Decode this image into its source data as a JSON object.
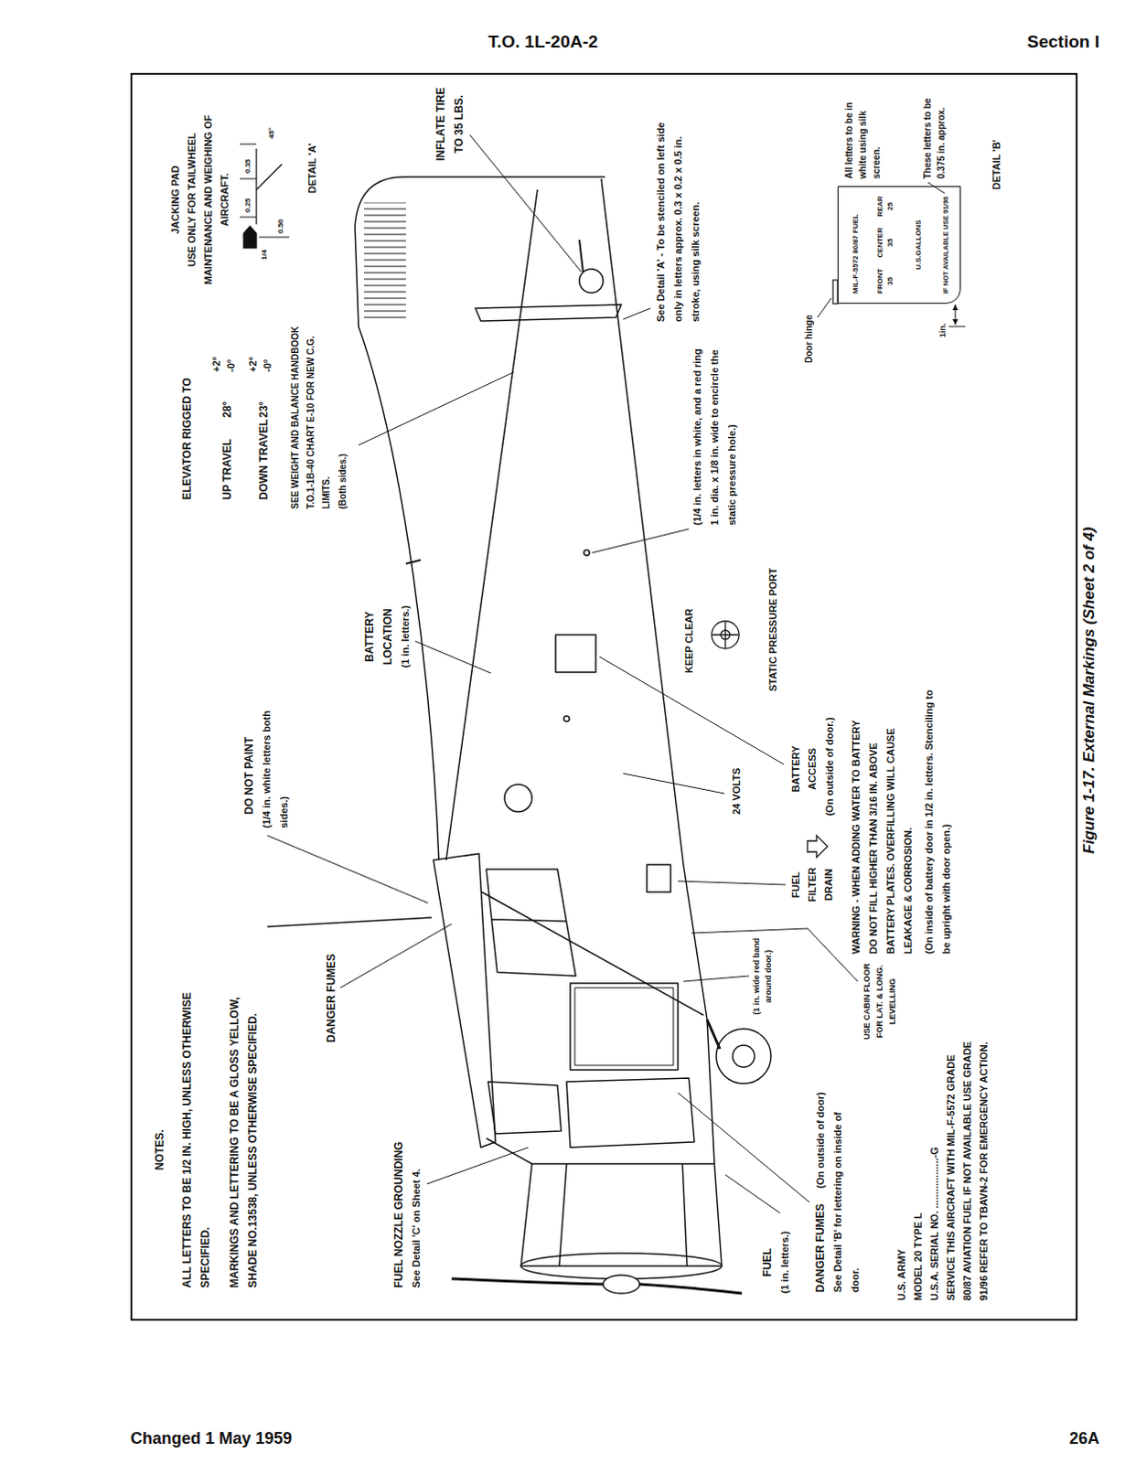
{
  "diagram": {
    "caption": "Figure 1-17. External Markings (Sheet 2 of 4)",
    "nodes": [
      {
        "text": [
          "MIL-F-5572 80/87 FUEL",
          "FRONT",
          "35",
          "CENTER",
          "35",
          "REAR",
          "25",
          "U.S.GALLONS",
          "IF NOT AVAILABLE USE 91/96"
        ]
      }
    ],
    "labels": [
      "T.O. 1L-20A-2",
      "Section I",
      "NOTES.",
      "ALL LETTERS TO BE 1/2 IN. HIGH, UNLESS OTHERWISE SPECIFIED.",
      "MARKINGS AND LETTERING TO BE A GLOSS YELLOW, SHADE NO.13538, UNLESS OTHERWISE SPECIFIED.",
      "DANGER FUMES",
      "FUEL NOZZLE GROUNDING",
      "See Detail 'C' on Sheet 4.",
      "DO NOT PAINT",
      "(1/4 in. white letters both sides.)",
      "BATTERY LOCATION",
      "(1 in. letters.)",
      "ELEVATOR RIGGED TO",
      "UP TRAVEL",
      "28°",
      "+2°",
      "-0°",
      "DOWN TRAVEL",
      "23°",
      "+2°",
      "-0°",
      "SEE WEIGHT AND BALANCE HANDBOOK T.O.1-1B-40 CHART E-10 FOR NEW C.G. LIMITS.",
      "(Both sides.)",
      "JACKING PAD",
      "USE ONLY FOR TAILWHEEL MAINTENANCE AND WEIGHING OF AIRCRAFT.",
      "0.25",
      "0.35",
      "1/4",
      "0.50",
      "45°",
      "DETAIL 'A'",
      "INFLATE TIRE TO 35 LBS.",
      "See Detail 'A' - To be stenciled on left side only in letters approx. 0.3 x 0.2 x 0.5 in. stroke, using silk screen.",
      "(1/4 in. letters in white, and a red ring 1 in. dia. x 1/8 in. wide to encircle the static pressure hole.)",
      "KEEP CLEAR",
      "STATIC PRESSURE PORT",
      "24 VOLTS",
      "BATTERY ACCESS",
      "(On outside of door.)",
      "WARNING - WHEN ADDING WATER TO BATTERY DO NOT FILL HIGHER THAN 3/16 IN. ABOVE BATTERY PLATES. OVERFILLING WILL CAUSE LEAKAGE & CORROSION.",
      "(On inside of battery door in 1/2 in. letters. Stenciling to be upright with door open.)",
      "FUEL FILTER DRAIN",
      "USE CABIN FLOOR FOR LAT. & LONG. LEVELLING",
      "(1 in. wide red band around door.)",
      "DANGER FUMES",
      "(On outside of door) See Detail 'B' for lettering on inside of door.",
      "FUEL",
      "(1 in. letters.)",
      "U.S. ARMY",
      "MODEL 20 TYPE L",
      "U.S.A. SERIAL NO. ..................-G",
      "SERVICE THIS AIRCRAFT WITH MIL-F-5572 GRADE 80/87 AVIATION FUEL IF NOT AVAILABLE USE GRADE 91/96 REFER TO TBAVN-2 FOR EMERGENCY ACTION.",
      "Door hinge",
      "1in.",
      "All letters to be in white using silk screen.",
      "These letters to be 0.375 in. approx.",
      "DETAIL 'B'",
      "Changed 1 May 1959",
      "26A"
    ]
  }
}
